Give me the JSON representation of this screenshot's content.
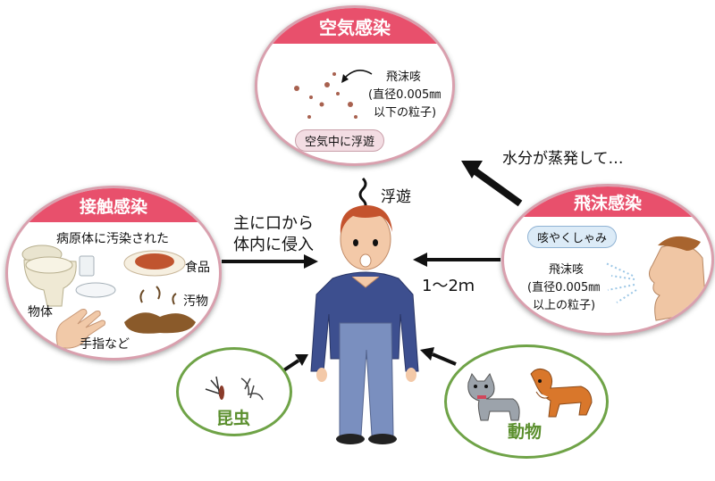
{
  "airborne": {
    "title": "空気感染",
    "droplet_nuclei": "飛沫咳",
    "size_line1": "(直径0.005㎜",
    "size_line2": "以下の粒子)",
    "floating_badge": "空気中に浮遊"
  },
  "contact": {
    "title": "接触感染",
    "subtitle": "病原体に汚染された",
    "food": "食品",
    "object": "物体",
    "filth": "汚物",
    "fingers": "手指など"
  },
  "droplet": {
    "title": "飛沫感染",
    "badge": "咳やくしゃみ",
    "droplet": "飛沫咳",
    "size_line1": "(直径0.005㎜",
    "size_line2": "以上の粒子)"
  },
  "insects": {
    "label": "昆虫"
  },
  "animals": {
    "label": "動物"
  },
  "center": {
    "line1": "主に口から",
    "line2": "体内に侵入",
    "float_label": "浮遊",
    "distance": "1～2ｍ",
    "evaporation": "水分が蒸発して…"
  },
  "colors": {
    "pink": "#e8506c",
    "ring": "#d9a0ae",
    "green": "#5b8f2e",
    "sweater": "#3d4f8f",
    "pants": "#7a8fbf"
  }
}
